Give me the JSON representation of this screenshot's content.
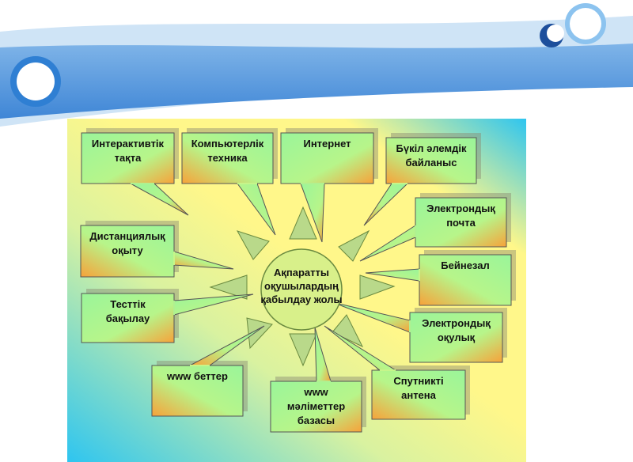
{
  "diagram": {
    "center": {
      "lines": [
        "Ақпаратты",
        "оқушылардың",
        "қабылдау жолы"
      ]
    },
    "nodes": [
      {
        "id": "interactive-board",
        "lines": [
          "Интерактивтік",
          "тақта"
        ]
      },
      {
        "id": "computer-tech",
        "lines": [
          "Компьютерлік",
          "техника"
        ]
      },
      {
        "id": "internet",
        "lines": [
          "Интернет"
        ]
      },
      {
        "id": "worldwide-link",
        "lines": [
          "Бүкіл әлемдік",
          "байланыс"
        ]
      },
      {
        "id": "email",
        "lines": [
          "Электрондық",
          "почта"
        ]
      },
      {
        "id": "video-hall",
        "lines": [
          "Бейнезал"
        ]
      },
      {
        "id": "e-textbook",
        "lines": [
          "Электрондық",
          "оқулық"
        ]
      },
      {
        "id": "satellite-antenna",
        "lines": [
          "Спутникті",
          "антена"
        ]
      },
      {
        "id": "www-database",
        "lines": [
          "www",
          "мәліметтер",
          "базасы"
        ]
      },
      {
        "id": "www-pages",
        "lines": [
          "www беттер"
        ]
      },
      {
        "id": "test-control",
        "lines": [
          "Тесттік",
          "бақылау"
        ]
      },
      {
        "id": "distance-learning",
        "lines": [
          "Дистанциялық",
          "оқыту"
        ]
      }
    ],
    "colors": {
      "box_green": "#9af59a",
      "box_orange": "#f7a23a",
      "ray": "#b9d98a",
      "circle": "#d8f08a",
      "bg_yellow": "#fff78a",
      "bg_blue": "#2ec5f0",
      "header_blue": "#4a90d9"
    }
  }
}
